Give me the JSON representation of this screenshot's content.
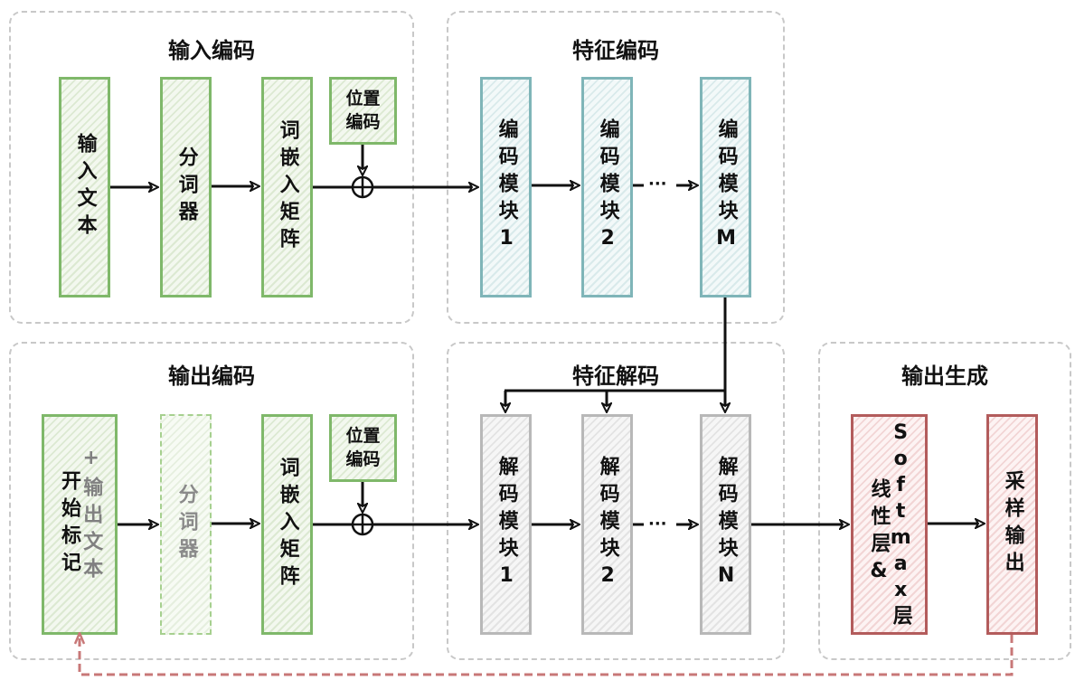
{
  "groups": {
    "input_encoding": "输入编码",
    "feature_encoding": "特征编码",
    "output_encoding": "输出编码",
    "feature_decoding": "特征解码",
    "output_generation": "输出生成"
  },
  "input_encoding": {
    "input_text": "输入文本",
    "tokenizer": "分词器",
    "embedding_matrix": "词嵌入矩阵",
    "positional_encoding": "位置编码"
  },
  "feature_encoding": {
    "blocks": [
      "编码模块1",
      "编码模块2",
      "编码模块M"
    ],
    "ellipsis": "···"
  },
  "output_encoding": {
    "start_token": "开始标记",
    "output_text": "+输出文本",
    "tokenizer": "分词器",
    "embedding_matrix": "词嵌入矩阵",
    "positional_encoding": "位置编码"
  },
  "feature_decoding": {
    "blocks": [
      "解码模块1",
      "解码模块2",
      "解码模块N"
    ],
    "ellipsis": "···"
  },
  "output_generation": {
    "linear_layer": "线性层&",
    "softmax_layer": "Softmax层",
    "sampling_output": "采样输出"
  },
  "colors": {
    "input_green": "#7fb86a",
    "encoder_teal": "#7fb5b8",
    "decoder_gray": "#b8b8b8",
    "output_red": "#b35c5c",
    "feedback_dashed": "#c87878"
  }
}
